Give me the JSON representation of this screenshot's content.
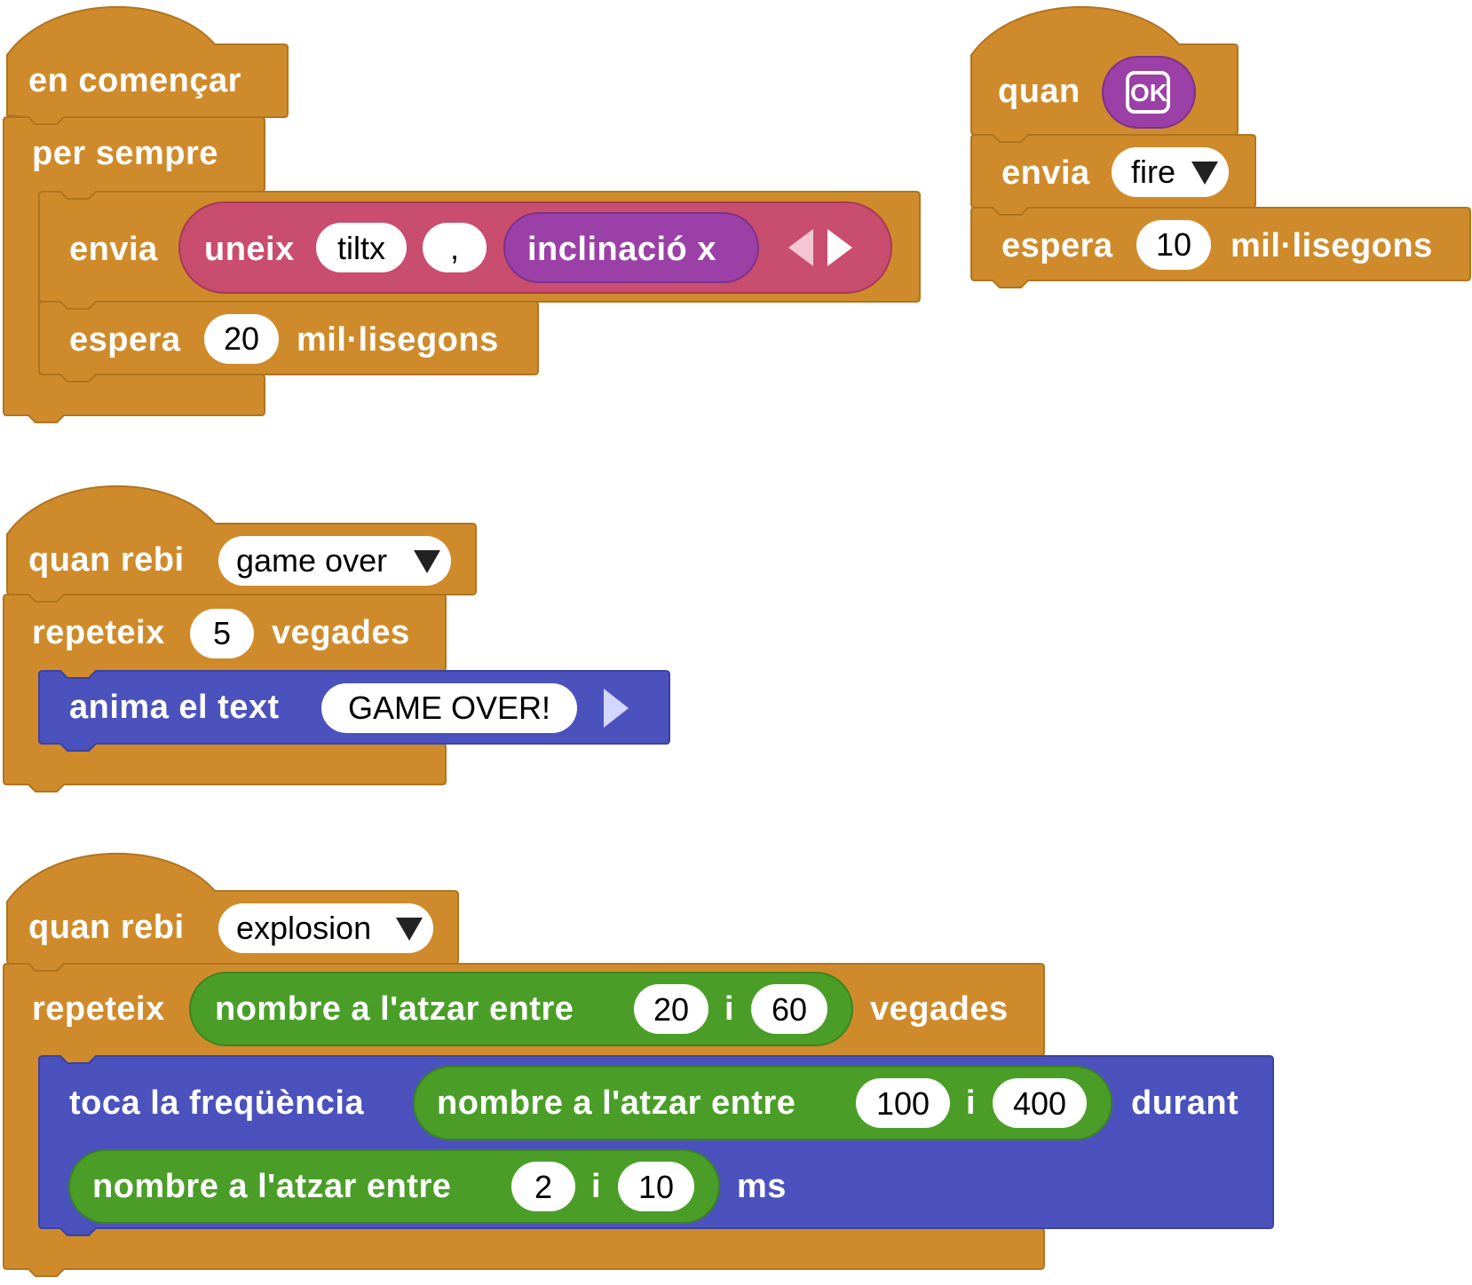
{
  "script_start": {
    "hat_label": "en començar",
    "loop_label": "per sempre",
    "send_label": "envia",
    "join_label": "uneix",
    "join_item_1": "tiltx",
    "join_item_2": ",",
    "tilt_label": "inclinació  x",
    "wait_label": "espera",
    "wait_value": "20",
    "wait_unit": "mil·lisegons"
  },
  "script_button": {
    "hat_label": "quan",
    "button_text": "OK",
    "send_label": "envia",
    "send_dropdown": "fire",
    "wait_label": "espera",
    "wait_value": "10",
    "wait_unit": "mil·lisegons"
  },
  "script_gameover": {
    "hat_label": "quan  rebi",
    "message_dropdown": "game over",
    "repeat_label": "repeteix",
    "repeat_count": "5",
    "repeat_unit": "vegades",
    "animate_label": "anima  el  text",
    "animate_text": "GAME OVER!"
  },
  "script_explosion": {
    "hat_label": "quan  rebi",
    "message_dropdown": "explosion",
    "repeat_label": "repeteix",
    "random_label": "nombre  a  l'atzar  entre",
    "random_and": "i",
    "repeat_min": "20",
    "repeat_max": "60",
    "repeat_unit": "vegades",
    "tone_label": "toca  la  freqüència",
    "freq_min": "100",
    "freq_max": "400",
    "during_label": "durant",
    "dur_min": "2",
    "dur_max": "10",
    "ms_label": "ms"
  },
  "colors": {
    "control": "#cf8b2b",
    "music": "#4b52bd",
    "text": "#c94d6e",
    "input": "#9b40a6",
    "math": "#4a9e28"
  },
  "icons": [
    "dropdown-arrow-icon",
    "ok-button-icon",
    "arrow-left-icon",
    "arrow-right-icon"
  ]
}
